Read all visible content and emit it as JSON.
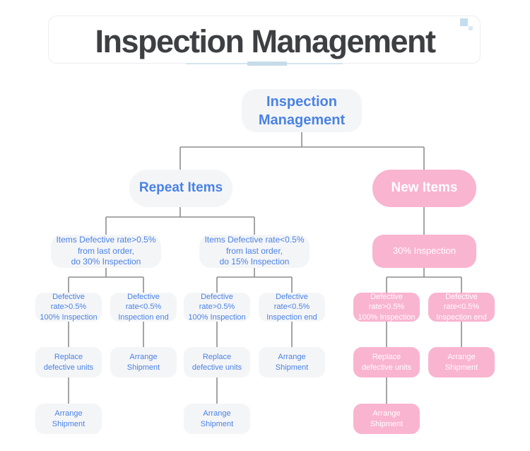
{
  "title": {
    "text": "Inspection Management"
  },
  "colors": {
    "accent_blue": "#4a82e4",
    "accent_pink": "#f9b4d0",
    "node_gray": "#f4f5f7",
    "connector_gray": "#8e8e8e",
    "title_dark": "#3d3f42",
    "underline_blue": "#c6dcea"
  },
  "tree": {
    "root": "Inspection\nManagement",
    "repeat": {
      "label": "Repeat Items",
      "high_branch": {
        "condition": "Items Defective rate>0.5%\nfrom last order,\ndo 30% Inspection",
        "defect_high": "Defective rate>0.5%\n100% Inspection",
        "defect_low": "Defective rate<0.5%\nInspection end",
        "replace": "Replace\ndefective units",
        "arrange": "Arrange Shipment",
        "arrange_final": "Arrange Shipment"
      },
      "low_branch": {
        "condition": "Items Defective rate<0.5%\nfrom last order,\ndo 15% Inspection",
        "defect_high": "Defective rate>0.5%\n100% Inspection",
        "defect_low": "Defective rate<0.5%\nInspection end",
        "replace": "Replace\ndefective units",
        "arrange": "Arrange Shipment",
        "arrange_final": "Arrange Shipment"
      }
    },
    "new": {
      "label": "New Items",
      "inspection": "30% Inspection",
      "defect_high": "Defective rate>0.5%\n100% Inspection",
      "defect_low": "Defective rate<0.5%\nInspection end",
      "replace": "Replace\ndefective units",
      "arrange": "Arrange Shipment",
      "arrange_final": "Arrange Shipment"
    }
  }
}
